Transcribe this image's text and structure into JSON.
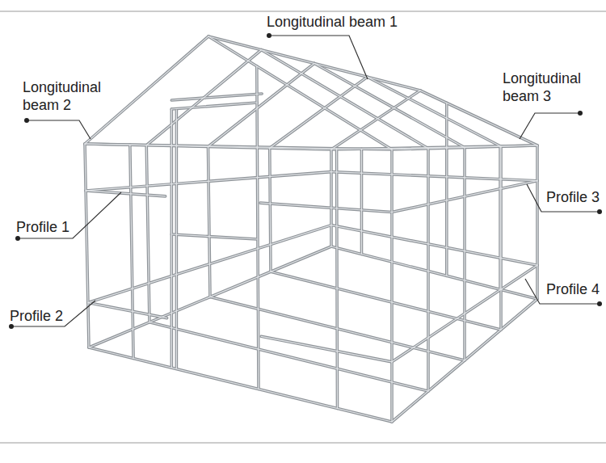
{
  "diagram": {
    "labels": [
      "Longitudinal beam 1",
      "Longitudinal beam 2",
      "Longitudinal beam 3",
      "Profile 1",
      "Profile 2",
      "Profile 3",
      "Profile 4"
    ]
  }
}
